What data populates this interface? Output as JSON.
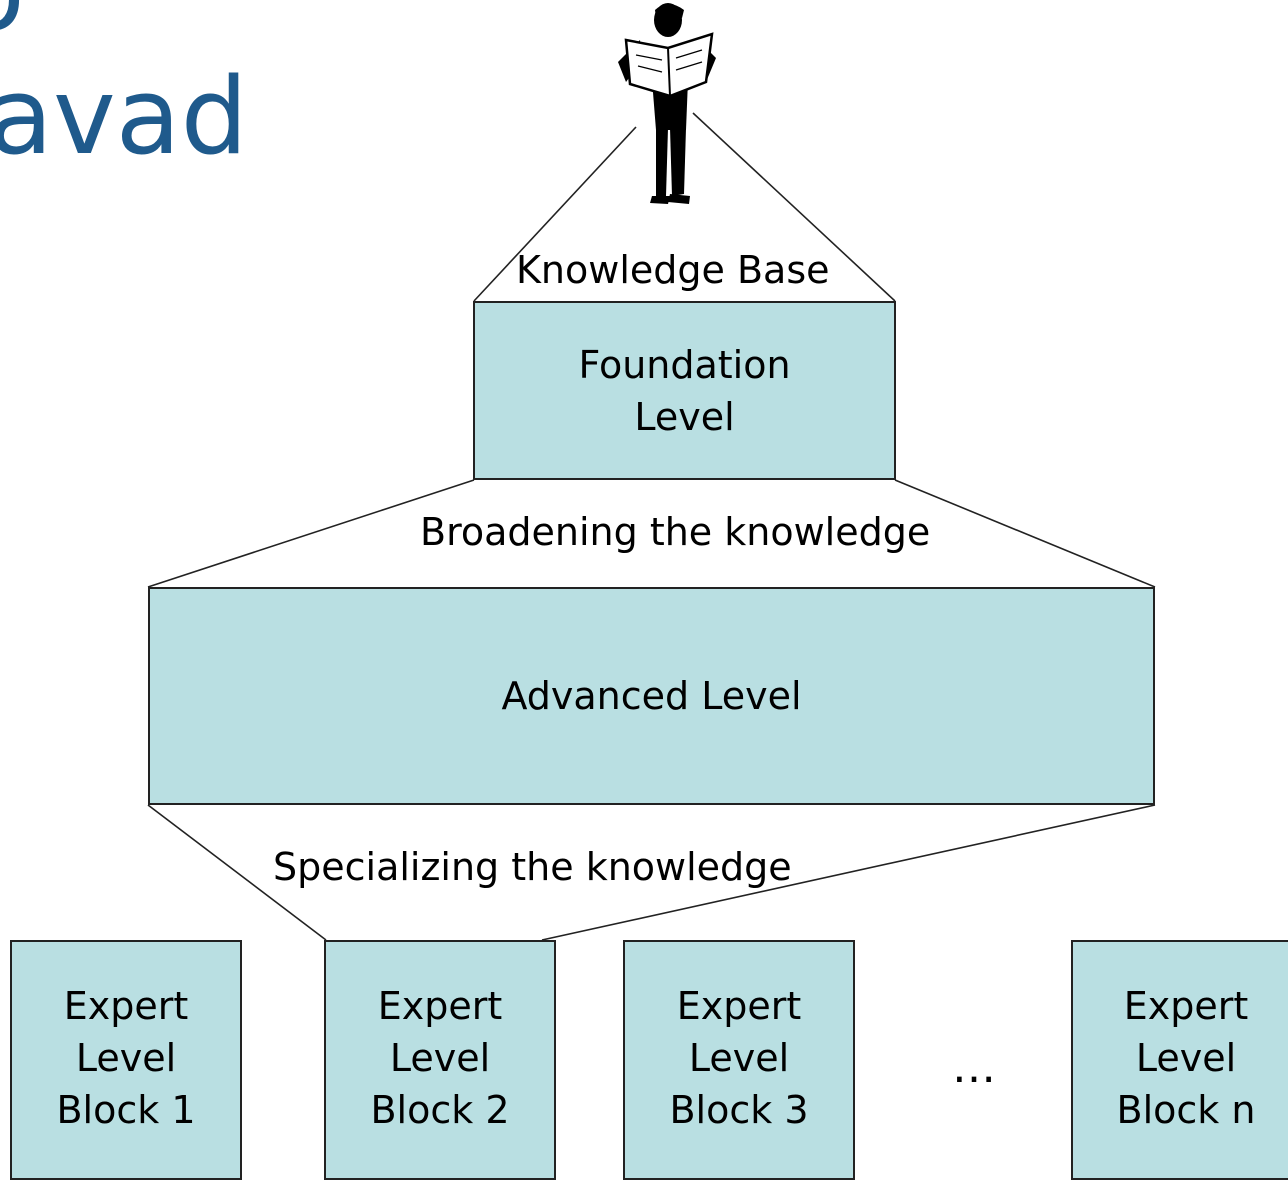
{
  "title": {
    "top_fragment": "o",
    "main_fragment": "avad"
  },
  "diagram": {
    "person_icon": "person-reading-newspaper-icon",
    "knowledge_base_label": "Knowledge Base",
    "foundation_box": "Foundation\nLevel",
    "broadening_label": "Broadening the knowledge",
    "advanced_box": "Advanced Level",
    "specializing_label": "Specializing the knowledge",
    "expert_blocks": [
      "Expert\nLevel\nBlock 1",
      "Expert\nLevel\nBlock 2",
      "Expert\nLevel\nBlock 3",
      "Expert\nLevel\nBlock n"
    ],
    "ellipsis": "…"
  },
  "colors": {
    "title": "#1f5a8c",
    "box_fill": "#b9dfe2",
    "line": "#222222"
  }
}
